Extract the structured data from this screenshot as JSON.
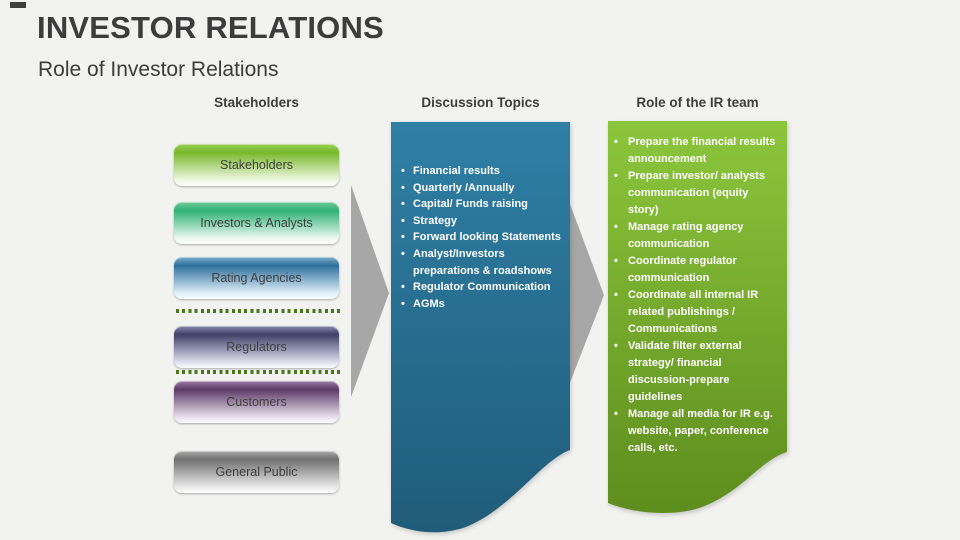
{
  "slide": {
    "title": "INVESTOR RELATIONS",
    "subtitle": "Role of Investor Relations",
    "background_color": "#F2F2F0",
    "corner_mark_color": "#3F3F3F"
  },
  "arrows": {
    "color": "#A7A7A7"
  },
  "stakeholders": {
    "header": "Stakeholders",
    "divider_color": "#4A761B",
    "boxes": [
      {
        "label": "Stakeholders",
        "top": "#9CCE55",
        "dark": "#76B82A",
        "pale": "#F0F8E3"
      },
      {
        "label": "Investors & Analysts",
        "top": "#6FCB9C",
        "dark": "#2FB273",
        "pale": "#EAF8F1"
      },
      {
        "label": "Rating Agencies",
        "top": "#7BAECB",
        "dark": "#2F6F9D",
        "pale": "#DFEFF7"
      },
      {
        "label": "Regulators",
        "top": "#8B8BAC",
        "dark": "#3F3F68",
        "pale": "#DEDEEF"
      },
      {
        "label": "Customers",
        "top": "#9D7FA8",
        "dark": "#5C3A66",
        "pale": "#E9DFED"
      },
      {
        "label": "General Public",
        "top": "#ADADAD",
        "dark": "#707070",
        "pale": "#E9E9E9"
      }
    ]
  },
  "discussion": {
    "header": "Discussion Topics",
    "panel_top_color": "#2F7FA5",
    "panel_bottom_color": "#1F5C7A",
    "bullets": [
      "Financial results",
      "Quarterly /Annually",
      "Capital/ Funds raising",
      "Strategy",
      "Forward looking Statements",
      "Analyst/Investors preparations & roadshows",
      "Regulator Communication",
      "AGMs"
    ]
  },
  "ir_team": {
    "header": "Role of the IR team",
    "panel_top_color": "#8CC63C",
    "panel_bottom_color": "#5E8D1E",
    "bullets": [
      "Prepare the financial results announcement",
      "Prepare investor/ analysts communication (equity story)",
      "Manage rating agency communication",
      "Coordinate regulator communication",
      "Coordinate all internal IR related publishings / Communications",
      "Validate filter external strategy/ financial discussion-prepare guidelines",
      "Manage all media for IR e.g. website, paper, conference calls, etc."
    ]
  }
}
